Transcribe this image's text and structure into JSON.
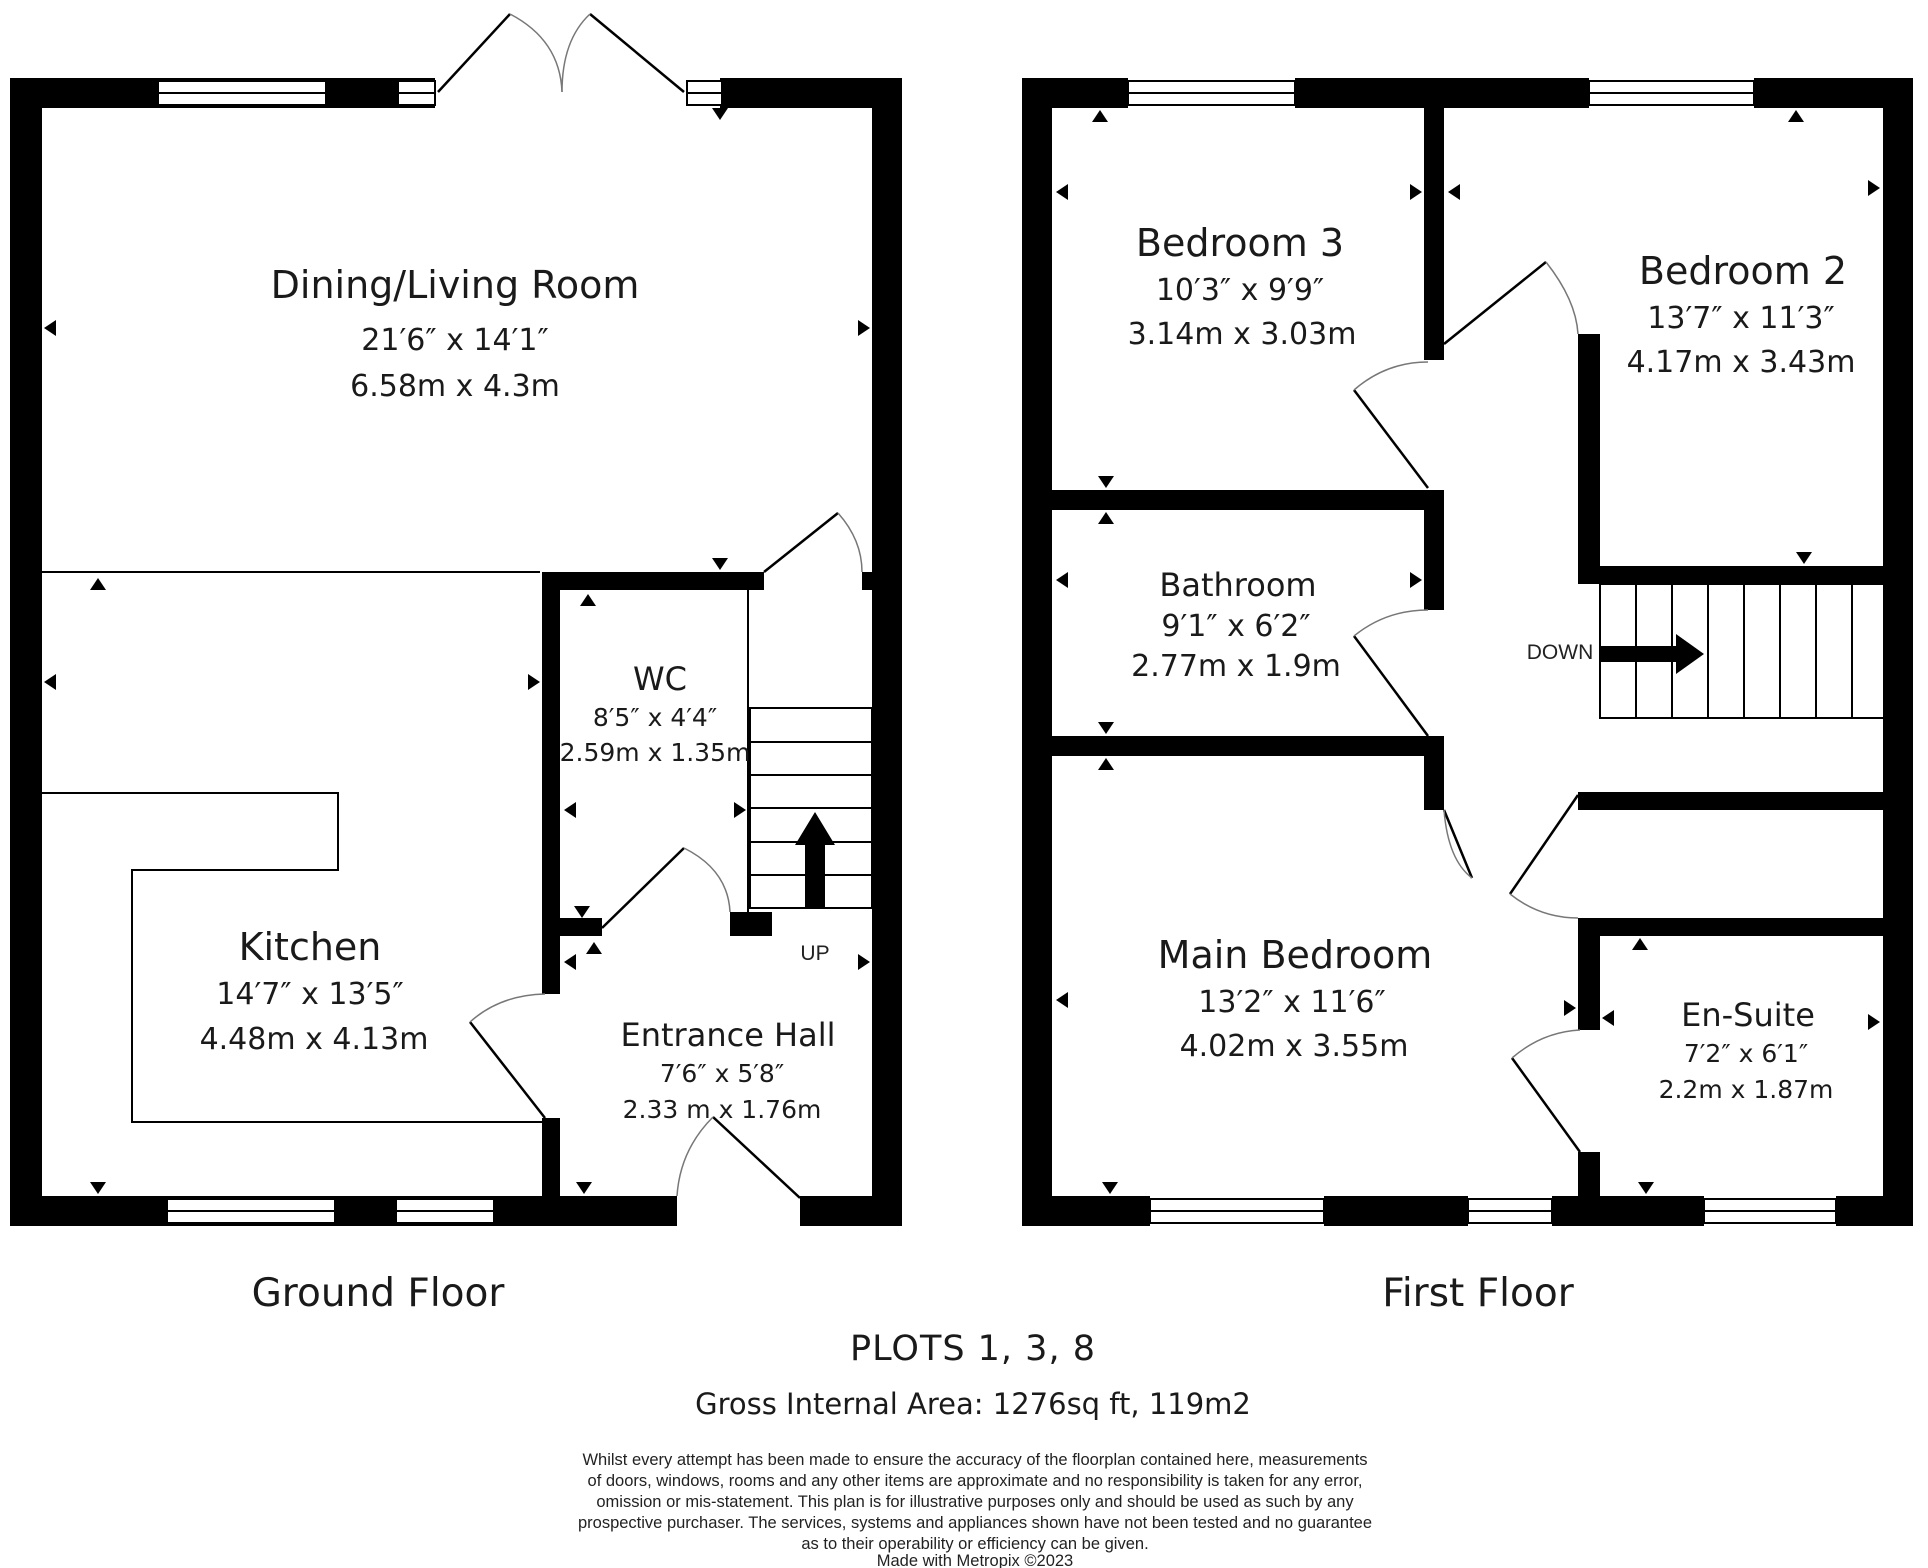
{
  "ground_floor": {
    "label": "Ground Floor",
    "rooms": {
      "dining": {
        "name": "Dining/Living Room",
        "dim_imperial": "21′6″ x 14′1″",
        "dim_metric": "6.58m x 4.3m"
      },
      "kitchen": {
        "name": "Kitchen",
        "dim_imperial": "14′7″ x 13′5″",
        "dim_metric": "4.48m x 4.13m"
      },
      "wc": {
        "name": "WC",
        "dim_imperial": "8′5″ x 4′4″",
        "dim_metric": "2.59m x 1.35m"
      },
      "hall": {
        "name": "Entrance Hall",
        "dim_imperial": "7′6″ x 5′8″",
        "dim_metric": "2.33 m x 1.76m"
      }
    },
    "stairs_label": "UP"
  },
  "first_floor": {
    "label": "First Floor",
    "rooms": {
      "bed3": {
        "name": "Bedroom 3",
        "dim_imperial": "10′3″ x 9′9″",
        "dim_metric": "3.14m x 3.03m"
      },
      "bed2": {
        "name": "Bedroom 2",
        "dim_imperial": "13′7″ x 11′3″",
        "dim_metric": "4.17m x 3.43m"
      },
      "bath": {
        "name": "Bathroom",
        "dim_imperial": "9′1″ x 6′2″",
        "dim_metric": "2.77m x 1.9m"
      },
      "main": {
        "name": "Main Bedroom",
        "dim_imperial": "13′2″ x 11′6″",
        "dim_metric": "4.02m x 3.55m"
      },
      "ensuite": {
        "name": "En-Suite",
        "dim_imperial": "7′2″ x 6′1″",
        "dim_metric": "2.2m x 1.87m"
      }
    },
    "stairs_label": "DOWN"
  },
  "plots": "PLOTS 1, 3, 8",
  "gross_area": "Gross Internal Area: 1276sq ft, 119m2",
  "disclaimer": [
    "Whilst every attempt has been made to ensure the accuracy of the floorplan contained here, measurements",
    "of doors, windows, rooms and any other items are approximate and no responsibility is taken for any error,",
    "omission or mis-statement. This plan is for illustrative purposes only and should be used as such by any",
    "prospective purchaser. The services, systems and appliances shown have not been tested and no guarantee",
    "as to their operability or efficiency can be given."
  ],
  "credit": "Made with Metropix ©2023"
}
